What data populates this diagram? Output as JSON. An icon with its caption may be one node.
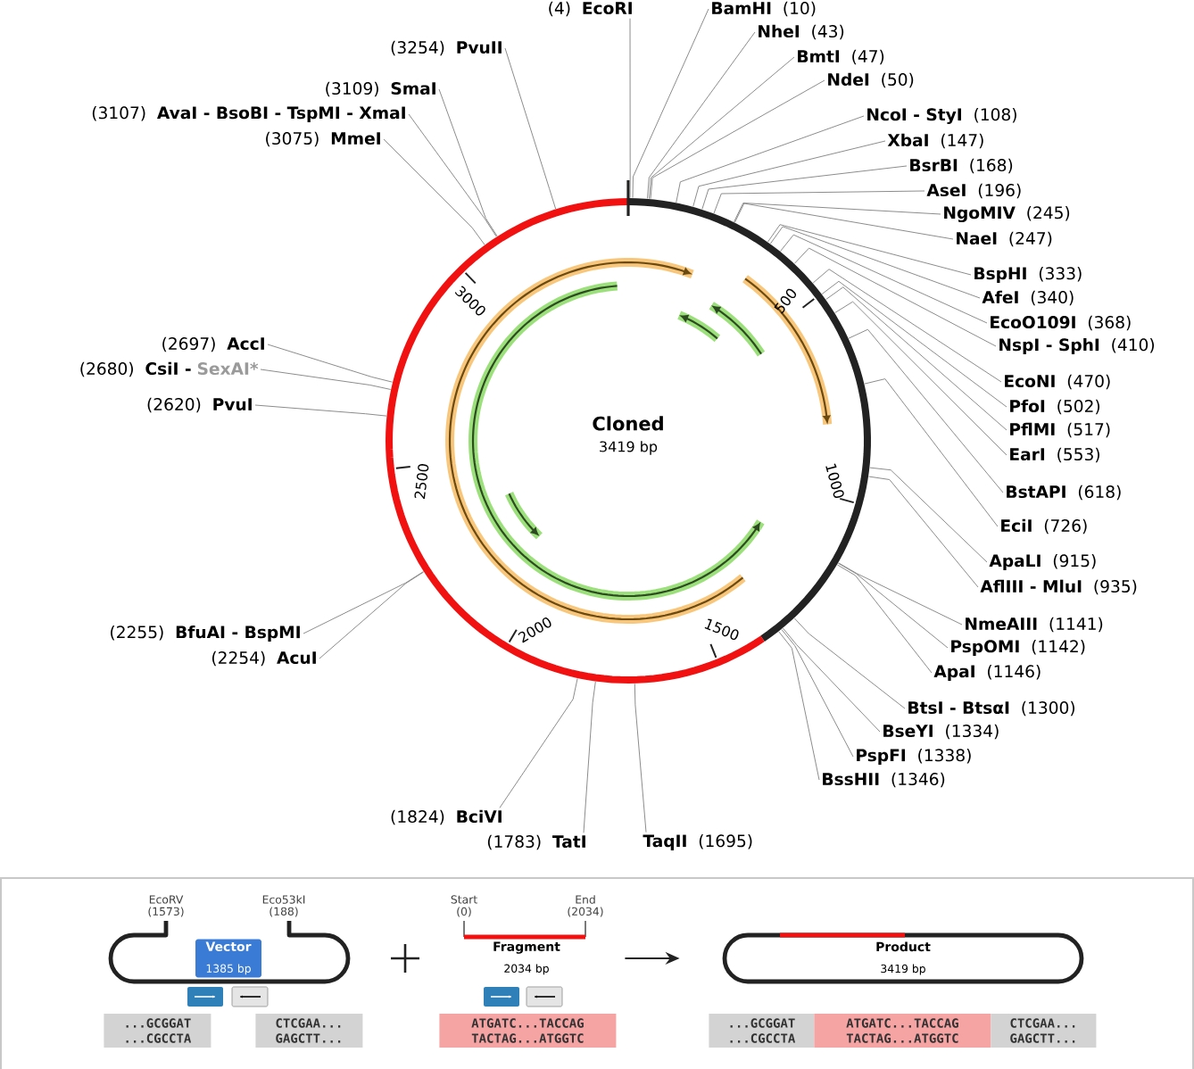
{
  "diagram": {
    "nodes": [
      {
        "text": [
          "(4)",
          "EcoRI"
        ]
      },
      {
        "text": [
          "BamHI",
          "(10)"
        ]
      },
      {
        "text": [
          "NheI",
          "(43)"
        ]
      },
      {
        "text": [
          "BmtI",
          "(47)"
        ]
      },
      {
        "text": [
          "NdeI",
          "(50)"
        ]
      },
      {
        "text": [
          "NcoI - StyI",
          "(108)"
        ]
      },
      {
        "text": [
          "XbaI",
          "(147)"
        ]
      },
      {
        "text": [
          "BsrBI",
          "(168)"
        ]
      },
      {
        "text": [
          "AseI",
          "(196)"
        ]
      },
      {
        "text": [
          "NgoMIV",
          "(245)"
        ]
      },
      {
        "text": [
          "NaeI",
          "(247)"
        ]
      },
      {
        "text": [
          "BspHI",
          "(333)"
        ]
      },
      {
        "text": [
          "AfeI",
          "(340)"
        ]
      },
      {
        "text": [
          "EcoO109I",
          "(368)"
        ]
      },
      {
        "text": [
          "NspI - SphI",
          "(410)"
        ]
      },
      {
        "text": [
          "EcoNI",
          "(470)"
        ]
      },
      {
        "text": [
          "PfoI",
          "(502)"
        ]
      },
      {
        "text": [
          "PflMI",
          "(517)"
        ]
      },
      {
        "text": [
          "EarI",
          "(553)"
        ]
      },
      {
        "text": [
          "BstAPI",
          "(618)"
        ]
      },
      {
        "text": [
          "EciI",
          "(726)"
        ]
      },
      {
        "text": [
          "ApaLI",
          "(915)"
        ]
      },
      {
        "text": [
          "AflIII - MluI",
          "(935)"
        ]
      },
      {
        "text": [
          "NmeAIII",
          "(1141)"
        ]
      },
      {
        "text": [
          "PspOMI",
          "(1142)"
        ]
      },
      {
        "text": [
          "ApaI",
          "(1146)"
        ]
      },
      {
        "text": [
          "BtsI - BtsαI",
          "(1300)"
        ]
      },
      {
        "text": [
          "BseYI",
          "(1334)"
        ]
      },
      {
        "text": [
          "PspFI",
          "(1338)"
        ]
      },
      {
        "text": [
          "BssHII",
          "(1346)"
        ]
      },
      {
        "text": [
          "TaqII",
          "(1695)"
        ]
      },
      {
        "text": [
          "(1783)",
          "TatI"
        ]
      },
      {
        "text": [
          "(1824)",
          "BciVI"
        ]
      },
      {
        "text": [
          "(2254)",
          "AcuI"
        ]
      },
      {
        "text": [
          "(2255)",
          "BfuAI - BspMI"
        ]
      },
      {
        "text": [
          "(2620)",
          "PvuI"
        ]
      },
      {
        "text": [
          "(2680)",
          "CsiI -",
          "SexAI*"
        ]
      },
      {
        "text": [
          "(2697)",
          "AccI"
        ]
      },
      {
        "text": [
          "(3075)",
          "MmeI"
        ]
      },
      {
        "text": [
          "(3107)",
          "AvaI - BsoBI - TspMI - XmaI"
        ]
      },
      {
        "text": [
          "(3109)",
          "SmaI"
        ]
      },
      {
        "text": [
          "(3254)",
          "PvuII"
        ]
      },
      {
        "text": [
          "Vector",
          "1385 bp"
        ]
      },
      {
        "text": [
          "Fragment",
          "2034 bp"
        ]
      },
      {
        "text": [
          "Product",
          "3419 bp"
        ]
      },
      {
        "text": [
          "Cloned",
          "3419 bp"
        ]
      }
    ],
    "edges": [
      {
        "from": 0,
        "to": 45,
        "arrow": "none"
      },
      {
        "from": 1,
        "to": 45,
        "arrow": "none"
      },
      {
        "from": 2,
        "to": 45,
        "arrow": "none"
      },
      {
        "from": 3,
        "to": 45,
        "arrow": "none"
      },
      {
        "from": 4,
        "to": 45,
        "arrow": "none"
      },
      {
        "from": 5,
        "to": 45,
        "arrow": "none"
      },
      {
        "from": 6,
        "to": 45,
        "arrow": "none"
      },
      {
        "from": 7,
        "to": 45,
        "arrow": "none"
      },
      {
        "from": 8,
        "to": 45,
        "arrow": "none"
      },
      {
        "from": 9,
        "to": 45,
        "arrow": "none"
      },
      {
        "from": 10,
        "to": 45,
        "arrow": "none"
      },
      {
        "from": 11,
        "to": 45,
        "arrow": "none"
      },
      {
        "from": 12,
        "to": 45,
        "arrow": "none"
      },
      {
        "from": 13,
        "to": 45,
        "arrow": "none"
      },
      {
        "from": 14,
        "to": 45,
        "arrow": "none"
      },
      {
        "from": 15,
        "to": 45,
        "arrow": "none"
      },
      {
        "from": 16,
        "to": 45,
        "arrow": "none"
      },
      {
        "from": 17,
        "to": 45,
        "arrow": "none"
      },
      {
        "from": 18,
        "to": 45,
        "arrow": "none"
      },
      {
        "from": 19,
        "to": 45,
        "arrow": "none"
      },
      {
        "from": 20,
        "to": 45,
        "arrow": "none"
      },
      {
        "from": 21,
        "to": 45,
        "arrow": "none"
      },
      {
        "from": 22,
        "to": 45,
        "arrow": "none"
      },
      {
        "from": 23,
        "to": 45,
        "arrow": "none"
      },
      {
        "from": 24,
        "to": 45,
        "arrow": "none"
      },
      {
        "from": 25,
        "to": 45,
        "arrow": "none"
      },
      {
        "from": 26,
        "to": 45,
        "arrow": "none"
      },
      {
        "from": 27,
        "to": 45,
        "arrow": "none"
      },
      {
        "from": 28,
        "to": 45,
        "arrow": "none"
      },
      {
        "from": 29,
        "to": 45,
        "arrow": "none"
      },
      {
        "from": 30,
        "to": 45,
        "arrow": "none"
      },
      {
        "from": 31,
        "to": 45,
        "arrow": "none"
      },
      {
        "from": 32,
        "to": 45,
        "arrow": "none"
      },
      {
        "from": 33,
        "to": 45,
        "arrow": "none"
      },
      {
        "from": 34,
        "to": 45,
        "arrow": "none"
      },
      {
        "from": 35,
        "to": 45,
        "arrow": "none"
      },
      {
        "from": 36,
        "to": 45,
        "arrow": "none"
      },
      {
        "from": 37,
        "to": 45,
        "arrow": "none"
      },
      {
        "from": 38,
        "to": 45,
        "arrow": "none"
      },
      {
        "from": 39,
        "to": 45,
        "arrow": "none"
      },
      {
        "from": 40,
        "to": 45,
        "arrow": "none"
      },
      {
        "from": 41,
        "to": 45,
        "arrow": "none"
      },
      {
        "from": 43,
        "to": 44,
        "arrow": "to",
        "color": "#222222"
      }
    ],
    "labels": [
      "3000",
      "500",
      "2500",
      "1000",
      "2000",
      "1500",
      "EcoRV",
      "(1573)",
      "Eco53kI",
      "(188)",
      "Start",
      "(0)",
      "End",
      "(2034)",
      "...GCGGAT",
      "...CGCCTA",
      "CTCGAA...",
      "GAGCTT...",
      "ATGATC...TACCAG",
      "TACTAG...ATGGTC",
      "...GCGGAT",
      "ATGATC...TACCAG",
      "CTCGAA...",
      "...CGCCTA",
      "TACTAG...ATGGTC",
      "GAGCTT..."
    ]
  }
}
